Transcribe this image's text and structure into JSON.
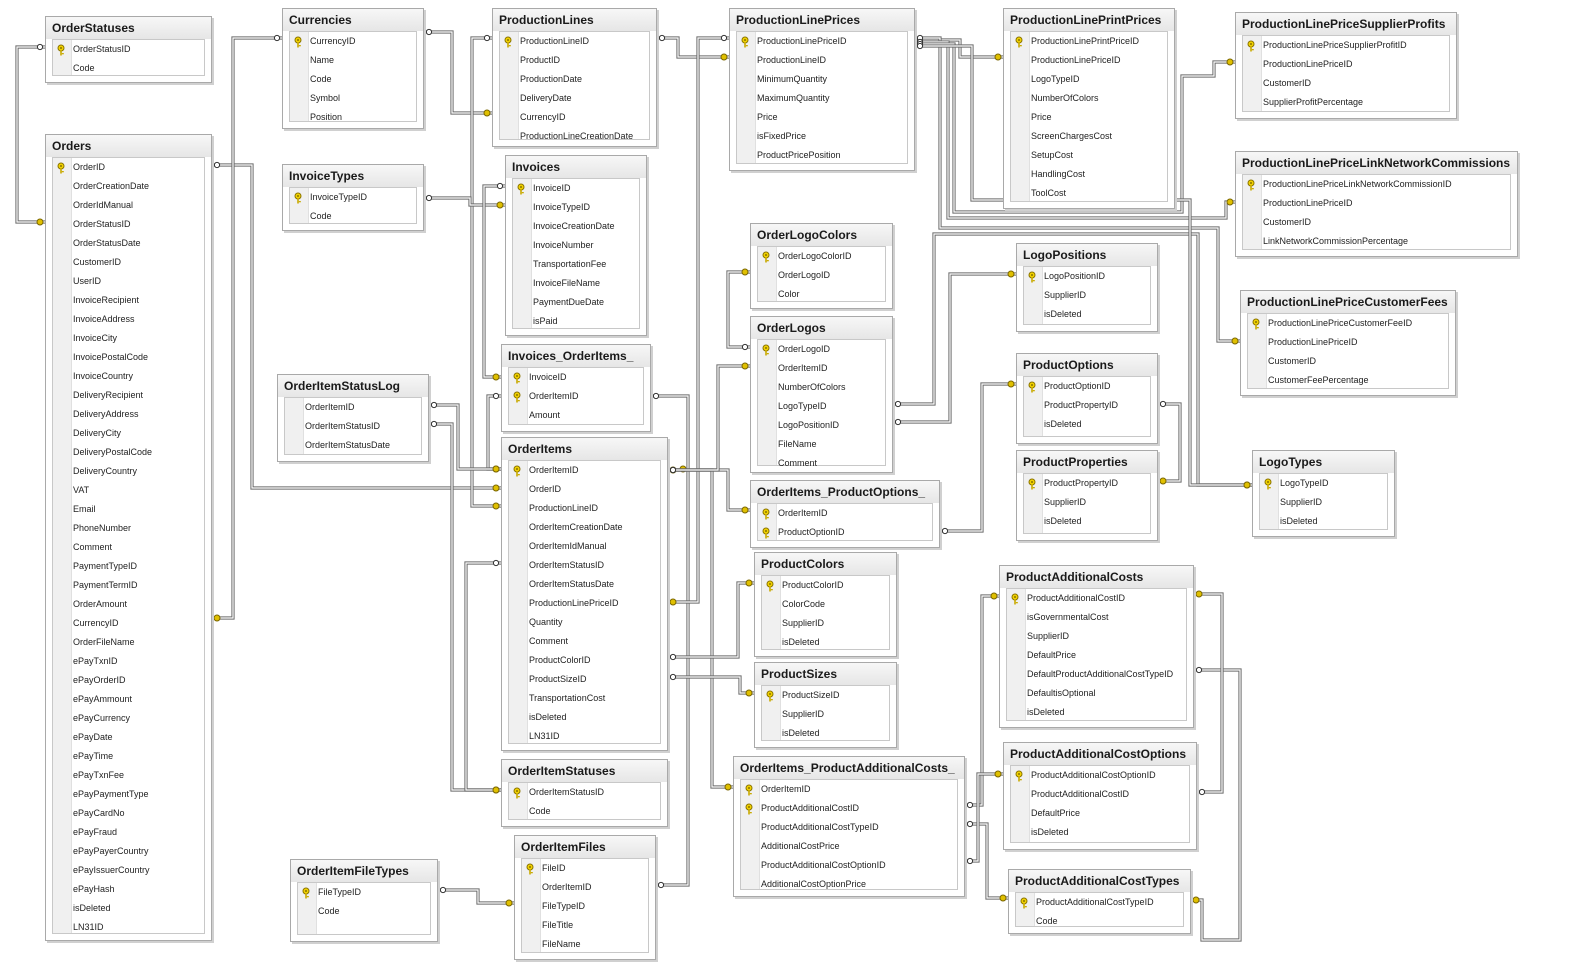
{
  "tables": [
    {
      "name": "OrderStatuses",
      "columns": [
        {
          "name": "OrderStatusID",
          "pk": true
        },
        {
          "name": "Code",
          "pk": false
        }
      ]
    },
    {
      "name": "Orders",
      "columns": [
        {
          "name": "OrderID",
          "pk": true
        },
        {
          "name": "OrderCreationDate",
          "pk": false
        },
        {
          "name": "OrderIdManual",
          "pk": false
        },
        {
          "name": "OrderStatusID",
          "pk": false
        },
        {
          "name": "OrderStatusDate",
          "pk": false
        },
        {
          "name": "CustomerID",
          "pk": false
        },
        {
          "name": "UserID",
          "pk": false
        },
        {
          "name": "InvoiceRecipient",
          "pk": false
        },
        {
          "name": "InvoiceAddress",
          "pk": false
        },
        {
          "name": "InvoiceCity",
          "pk": false
        },
        {
          "name": "InvoicePostalCode",
          "pk": false
        },
        {
          "name": "InvoiceCountry",
          "pk": false
        },
        {
          "name": "DeliveryRecipient",
          "pk": false
        },
        {
          "name": "DeliveryAddress",
          "pk": false
        },
        {
          "name": "DeliveryCity",
          "pk": false
        },
        {
          "name": "DeliveryPostalCode",
          "pk": false
        },
        {
          "name": "DeliveryCountry",
          "pk": false
        },
        {
          "name": "VAT",
          "pk": false
        },
        {
          "name": "Email",
          "pk": false
        },
        {
          "name": "PhoneNumber",
          "pk": false
        },
        {
          "name": "Comment",
          "pk": false
        },
        {
          "name": "PaymentTypeID",
          "pk": false
        },
        {
          "name": "PaymentTermID",
          "pk": false
        },
        {
          "name": "OrderAmount",
          "pk": false
        },
        {
          "name": "CurrencyID",
          "pk": false
        },
        {
          "name": "OrderFileName",
          "pk": false
        },
        {
          "name": "ePayTxnID",
          "pk": false
        },
        {
          "name": "ePayOrderID",
          "pk": false
        },
        {
          "name": "ePayAmmount",
          "pk": false
        },
        {
          "name": "ePayCurrency",
          "pk": false
        },
        {
          "name": "ePayDate",
          "pk": false
        },
        {
          "name": "ePayTime",
          "pk": false
        },
        {
          "name": "ePayTxnFee",
          "pk": false
        },
        {
          "name": "ePayPaymentType",
          "pk": false
        },
        {
          "name": "ePayCardNo",
          "pk": false
        },
        {
          "name": "ePayFraud",
          "pk": false
        },
        {
          "name": "ePayPayerCountry",
          "pk": false
        },
        {
          "name": "ePayIssuerCountry",
          "pk": false
        },
        {
          "name": "ePayHash",
          "pk": false
        },
        {
          "name": "isDeleted",
          "pk": false
        },
        {
          "name": "LN31ID",
          "pk": false
        }
      ]
    },
    {
      "name": "Currencies",
      "columns": [
        {
          "name": "CurrencyID",
          "pk": true
        },
        {
          "name": "Name",
          "pk": false
        },
        {
          "name": "Code",
          "pk": false
        },
        {
          "name": "Symbol",
          "pk": false
        },
        {
          "name": "Position",
          "pk": false
        }
      ]
    },
    {
      "name": "InvoiceTypes",
      "columns": [
        {
          "name": "InvoiceTypeID",
          "pk": true
        },
        {
          "name": "Code",
          "pk": false
        }
      ]
    },
    {
      "name": "OrderItemStatusLog",
      "columns": [
        {
          "name": "OrderItemID",
          "pk": false
        },
        {
          "name": "OrderItemStatusID",
          "pk": false
        },
        {
          "name": "OrderItemStatusDate",
          "pk": false
        }
      ]
    },
    {
      "name": "OrderItemFileTypes",
      "columns": [
        {
          "name": "FileTypeID",
          "pk": true
        },
        {
          "name": "Code",
          "pk": false
        }
      ]
    },
    {
      "name": "ProductionLines",
      "columns": [
        {
          "name": "ProductionLineID",
          "pk": true
        },
        {
          "name": "ProductID",
          "pk": false
        },
        {
          "name": "ProductionDate",
          "pk": false
        },
        {
          "name": "DeliveryDate",
          "pk": false
        },
        {
          "name": "CurrencyID",
          "pk": false
        },
        {
          "name": "ProductionLineCreationDate",
          "pk": false
        }
      ]
    },
    {
      "name": "Invoices",
      "columns": [
        {
          "name": "InvoiceID",
          "pk": true
        },
        {
          "name": "InvoiceTypeID",
          "pk": false
        },
        {
          "name": "InvoiceCreationDate",
          "pk": false
        },
        {
          "name": "InvoiceNumber",
          "pk": false
        },
        {
          "name": "TransportationFee",
          "pk": false
        },
        {
          "name": "InvoiceFileName",
          "pk": false
        },
        {
          "name": "PaymentDueDate",
          "pk": false
        },
        {
          "name": "isPaid",
          "pk": false
        }
      ]
    },
    {
      "name": "Invoices_OrderItems_",
      "columns": [
        {
          "name": "InvoiceID",
          "pk": true
        },
        {
          "name": "OrderItemID",
          "pk": true
        },
        {
          "name": "Amount",
          "pk": false
        }
      ]
    },
    {
      "name": "OrderItems",
      "columns": [
        {
          "name": "OrderItemID",
          "pk": true
        },
        {
          "name": "OrderID",
          "pk": false
        },
        {
          "name": "ProductionLineID",
          "pk": false
        },
        {
          "name": "OrderItemCreationDate",
          "pk": false
        },
        {
          "name": "OrderItemIdManual",
          "pk": false
        },
        {
          "name": "OrderItemStatusID",
          "pk": false
        },
        {
          "name": "OrderItemStatusDate",
          "pk": false
        },
        {
          "name": "ProductionLinePriceID",
          "pk": false
        },
        {
          "name": "Quantity",
          "pk": false
        },
        {
          "name": "Comment",
          "pk": false
        },
        {
          "name": "ProductColorID",
          "pk": false
        },
        {
          "name": "ProductSizeID",
          "pk": false
        },
        {
          "name": "TransportationCost",
          "pk": false
        },
        {
          "name": "isDeleted",
          "pk": false
        },
        {
          "name": "LN31ID",
          "pk": false
        }
      ]
    },
    {
      "name": "OrderItemStatuses",
      "columns": [
        {
          "name": "OrderItemStatusID",
          "pk": true
        },
        {
          "name": "Code",
          "pk": false
        }
      ]
    },
    {
      "name": "OrderItemFiles",
      "columns": [
        {
          "name": "FileID",
          "pk": true
        },
        {
          "name": "OrderItemID",
          "pk": false
        },
        {
          "name": "FileTypeID",
          "pk": false
        },
        {
          "name": "FileTitle",
          "pk": false
        },
        {
          "name": "FileName",
          "pk": false
        }
      ]
    },
    {
      "name": "ProductionLinePrices",
      "columns": [
        {
          "name": "ProductionLinePriceID",
          "pk": true
        },
        {
          "name": "ProductionLineID",
          "pk": false
        },
        {
          "name": "MinimumQuantity",
          "pk": false
        },
        {
          "name": "MaximumQuantity",
          "pk": false
        },
        {
          "name": "Price",
          "pk": false
        },
        {
          "name": "isFixedPrice",
          "pk": false
        },
        {
          "name": "ProductPricePosition",
          "pk": false
        }
      ]
    },
    {
      "name": "OrderLogoColors",
      "columns": [
        {
          "name": "OrderLogoColorID",
          "pk": true
        },
        {
          "name": "OrderLogoID",
          "pk": false
        },
        {
          "name": "Color",
          "pk": false
        }
      ]
    },
    {
      "name": "OrderLogos",
      "columns": [
        {
          "name": "OrderLogoID",
          "pk": true
        },
        {
          "name": "OrderItemID",
          "pk": false
        },
        {
          "name": "NumberOfColors",
          "pk": false
        },
        {
          "name": "LogoTypeID",
          "pk": false
        },
        {
          "name": "LogoPositionID",
          "pk": false
        },
        {
          "name": "FileName",
          "pk": false
        },
        {
          "name": "Comment",
          "pk": false
        }
      ]
    },
    {
      "name": "OrderItems_ProductOptions_",
      "columns": [
        {
          "name": "OrderItemID",
          "pk": true
        },
        {
          "name": "ProductOptionID",
          "pk": true
        }
      ]
    },
    {
      "name": "ProductColors",
      "columns": [
        {
          "name": "ProductColorID",
          "pk": true
        },
        {
          "name": "ColorCode",
          "pk": false
        },
        {
          "name": "SupplierID",
          "pk": false
        },
        {
          "name": "isDeleted",
          "pk": false
        }
      ]
    },
    {
      "name": "ProductSizes",
      "columns": [
        {
          "name": "ProductSizeID",
          "pk": true
        },
        {
          "name": "SupplierID",
          "pk": false
        },
        {
          "name": "isDeleted",
          "pk": false
        }
      ]
    },
    {
      "name": "OrderItems_ProductAdditionalCosts_",
      "columns": [
        {
          "name": "OrderItemID",
          "pk": true
        },
        {
          "name": "ProductAdditionalCostID",
          "pk": true
        },
        {
          "name": "ProductAdditionalCostTypeID",
          "pk": false
        },
        {
          "name": "AdditionalCostPrice",
          "pk": false
        },
        {
          "name": "ProductAdditionalCostOptionID",
          "pk": false
        },
        {
          "name": "AdditionalCostOptionPrice",
          "pk": false
        }
      ]
    },
    {
      "name": "ProductionLinePrintPrices",
      "columns": [
        {
          "name": "ProductionLinePrintPriceID",
          "pk": true
        },
        {
          "name": "ProductionLinePriceID",
          "pk": false
        },
        {
          "name": "LogoTypeID",
          "pk": false
        },
        {
          "name": "NumberOfColors",
          "pk": false
        },
        {
          "name": "Price",
          "pk": false
        },
        {
          "name": "ScreenChargesCost",
          "pk": false
        },
        {
          "name": "SetupCost",
          "pk": false
        },
        {
          "name": "HandlingCost",
          "pk": false
        },
        {
          "name": "ToolCost",
          "pk": false
        }
      ]
    },
    {
      "name": "LogoPositions",
      "columns": [
        {
          "name": "LogoPositionID",
          "pk": true
        },
        {
          "name": "SupplierID",
          "pk": false
        },
        {
          "name": "isDeleted",
          "pk": false
        }
      ]
    },
    {
      "name": "ProductOptions",
      "columns": [
        {
          "name": "ProductOptionID",
          "pk": true
        },
        {
          "name": "ProductPropertyID",
          "pk": false
        },
        {
          "name": "isDeleted",
          "pk": false
        }
      ]
    },
    {
      "name": "ProductProperties",
      "columns": [
        {
          "name": "ProductPropertyID",
          "pk": true
        },
        {
          "name": "SupplierID",
          "pk": false
        },
        {
          "name": "isDeleted",
          "pk": false
        }
      ]
    },
    {
      "name": "ProductAdditionalCosts",
      "columns": [
        {
          "name": "ProductAdditionalCostID",
          "pk": true
        },
        {
          "name": "isGovernmentalCost",
          "pk": false
        },
        {
          "name": "SupplierID",
          "pk": false
        },
        {
          "name": "DefaultPrice",
          "pk": false
        },
        {
          "name": "DefaultProductAdditionalCostTypeID",
          "pk": false
        },
        {
          "name": "DefaultisOptional",
          "pk": false
        },
        {
          "name": "isDeleted",
          "pk": false
        }
      ]
    },
    {
      "name": "ProductAdditionalCostOptions",
      "columns": [
        {
          "name": "ProductAdditionalCostOptionID",
          "pk": true
        },
        {
          "name": "ProductAdditionalCostID",
          "pk": false
        },
        {
          "name": "DefaultPrice",
          "pk": false
        },
        {
          "name": "isDeleted",
          "pk": false
        }
      ]
    },
    {
      "name": "ProductAdditionalCostTypes",
      "columns": [
        {
          "name": "ProductAdditionalCostTypeID",
          "pk": true
        },
        {
          "name": "Code",
          "pk": false
        }
      ]
    },
    {
      "name": "ProductionLinePriceSupplierProfits",
      "columns": [
        {
          "name": "ProductionLinePriceSupplierProfitID",
          "pk": true
        },
        {
          "name": "ProductionLinePriceID",
          "pk": false
        },
        {
          "name": "CustomerID",
          "pk": false
        },
        {
          "name": "SupplierProfitPercentage",
          "pk": false
        }
      ]
    },
    {
      "name": "ProductionLinePriceLinkNetworkCommissions",
      "columns": [
        {
          "name": "ProductionLinePriceLinkNetworkCommissionID",
          "pk": true
        },
        {
          "name": "ProductionLinePriceID",
          "pk": false
        },
        {
          "name": "CustomerID",
          "pk": false
        },
        {
          "name": "LinkNetworkCommissionPercentage",
          "pk": false
        }
      ]
    },
    {
      "name": "ProductionLinePriceCustomerFees",
      "columns": [
        {
          "name": "ProductionLinePriceCustomerFeeID",
          "pk": true
        },
        {
          "name": "ProductionLinePriceID",
          "pk": false
        },
        {
          "name": "CustomerID",
          "pk": false
        },
        {
          "name": "CustomerFeePercentage",
          "pk": false
        }
      ]
    },
    {
      "name": "LogoTypes",
      "columns": [
        {
          "name": "LogoTypeID",
          "pk": true
        },
        {
          "name": "SupplierID",
          "pk": false
        },
        {
          "name": "isDeleted",
          "pk": false
        }
      ]
    }
  ],
  "colors": {
    "key": "#e0c000",
    "line": "#555555",
    "border": "#a9a9a9"
  }
}
